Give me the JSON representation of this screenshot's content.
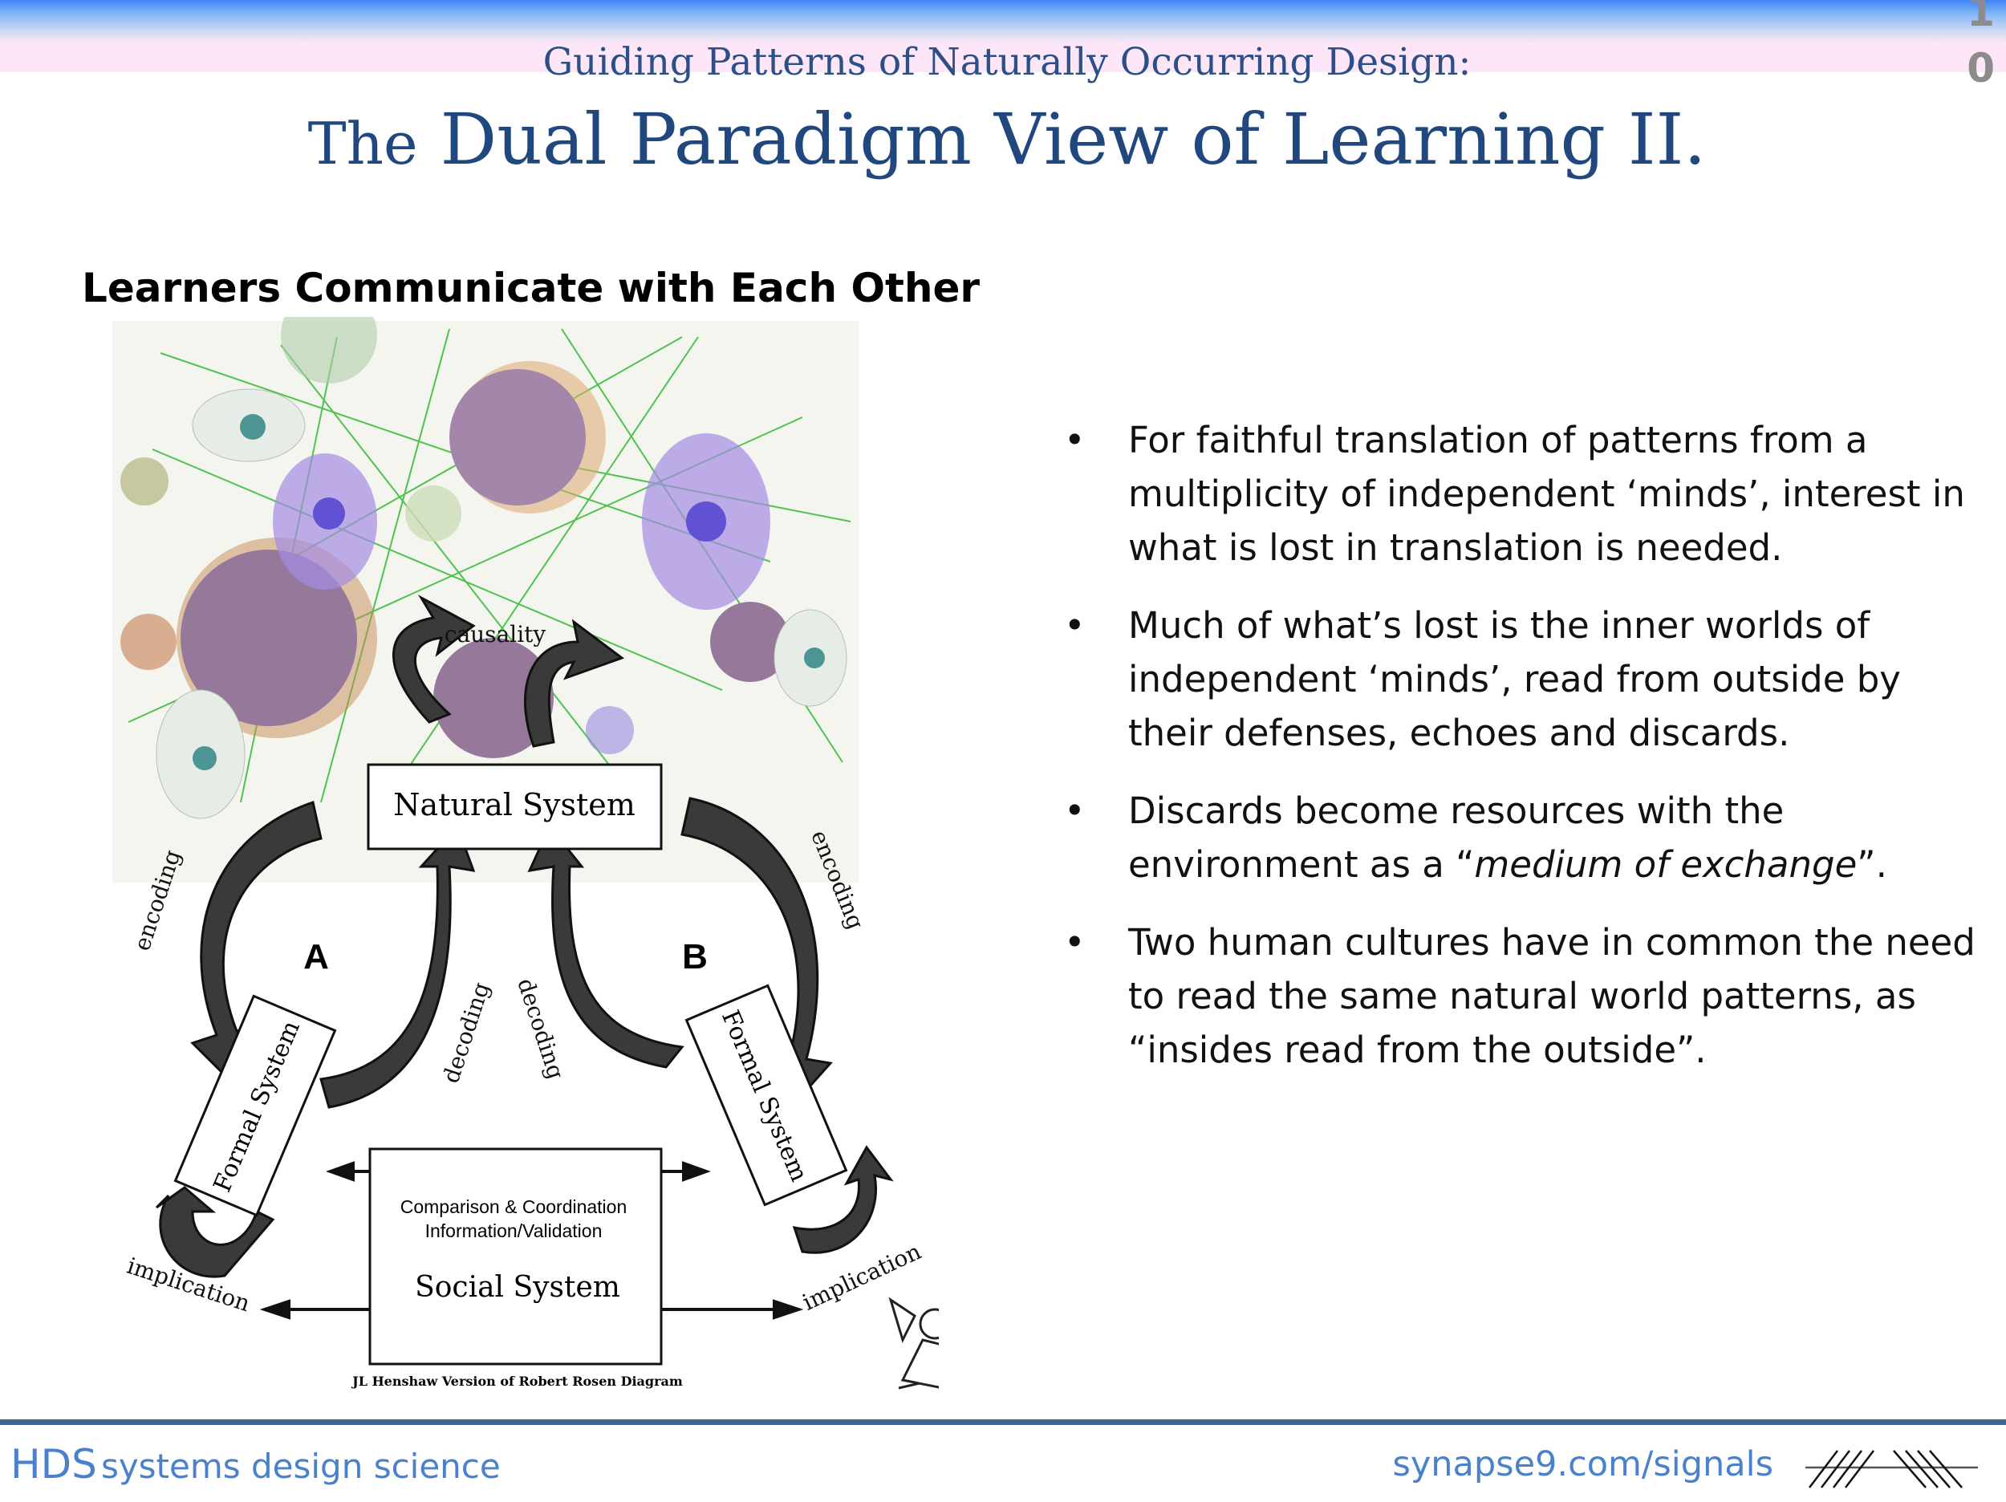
{
  "header": {
    "subtitle": "Guiding Patterns of Naturally Occurring Design:",
    "title_prefix": "The",
    "title_main": "Dual Paradigm View of Learning II.",
    "page_digit_1": "1",
    "page_digit_2": "0"
  },
  "section_heading": "Learners Communicate with Each Other",
  "diagram": {
    "natural_system": "Natural System",
    "social_system": "Social System",
    "social_line1": "Comparison  & Coordination",
    "social_line2": "Information/Validation",
    "formal_system_left": "Formal System",
    "formal_system_right": "Formal System",
    "causality": "causality",
    "encoding_left": "encoding",
    "encoding_right": "encoding",
    "decoding_left": "decoding",
    "decoding_right": "decoding",
    "implication_left": "implication",
    "implication_right": "implication",
    "label_a": "A",
    "label_b": "B",
    "credit": "JL Henshaw Version of Robert Rosen Diagram"
  },
  "bullets": [
    {
      "text": "For faithful translation of patterns from a multiplicity of independent ‘minds’, interest in what is lost in translation is needed."
    },
    {
      "text": "Much of what’s lost is the inner worlds of independent ‘minds’, read from outside by their defenses, echoes and discards."
    },
    {
      "text_before": "Discards become resources with the environment as a “",
      "text_italic": "medium of exchange",
      "text_after": "”."
    },
    {
      "text": "Two human cultures have in common the need to read the same natural world patterns, as “insides read from the outside”."
    }
  ],
  "bullet_symbol": "•",
  "footer": {
    "brand": "HDS",
    "brand_tagline": "systems design science",
    "link": "synapse9.com/signals"
  }
}
